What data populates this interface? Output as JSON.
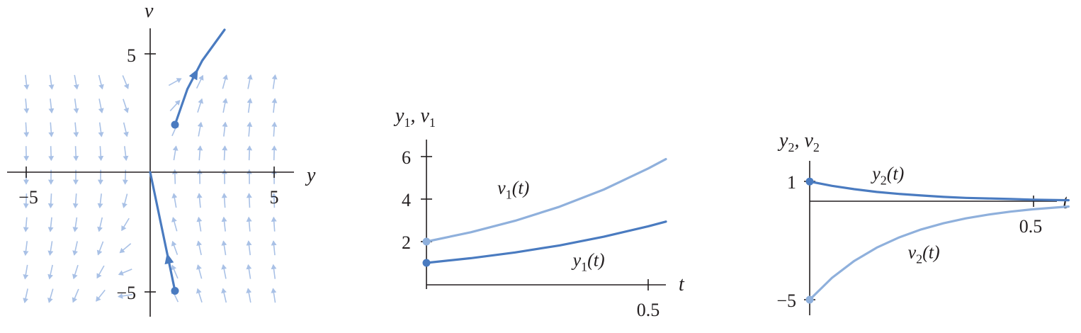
{
  "colors": {
    "dark_blue": "#4a7bc0",
    "light_blue": "#8fb0dc",
    "field_arrow": "#a9c1e6",
    "axis": "#231f20"
  },
  "chart_data": [
    {
      "type": "scatter",
      "name": "phase-plane",
      "xlabel": "y",
      "ylabel": "v",
      "xlim": [
        -5.5,
        5.8
      ],
      "ylim": [
        -5.9,
        5.9
      ],
      "xticks": [
        {
          "value": -5,
          "label": "−5"
        },
        {
          "value": 5,
          "label": "5"
        }
      ],
      "yticks": [
        {
          "value": 5,
          "label": "5"
        },
        {
          "value": -5,
          "label": "−5"
        }
      ],
      "grid": false,
      "vector_field": {
        "x_from": -5,
        "x_to": 5,
        "y_from": -5.2,
        "y_to": 4.6,
        "step": 1
      },
      "series": [
        {
          "start": [
            1,
            2
          ],
          "points": [
            [
              1,
              2
            ],
            [
              1.5,
              3.5
            ],
            [
              2.1,
              4.7
            ],
            [
              3,
              6
            ]
          ],
          "color": "dark_blue"
        },
        {
          "start": [
            1,
            -5
          ],
          "points": [
            [
              1,
              -5
            ],
            [
              0.5,
              -2.5
            ],
            [
              0,
              0
            ]
          ],
          "color": "dark_blue"
        }
      ]
    },
    {
      "type": "line",
      "name": "solution-1",
      "xlabel": "t",
      "ylabel": "y1, v1",
      "xlim": [
        0,
        0.54
      ],
      "ylim": [
        0,
        6.4
      ],
      "xticks": [
        {
          "value": 0.5,
          "label": "0.5"
        }
      ],
      "yticks": [
        {
          "value": 2,
          "label": "2"
        },
        {
          "value": 4,
          "label": "4"
        },
        {
          "value": 6,
          "label": "6"
        }
      ],
      "grid": false,
      "series": [
        {
          "label": "v1(t)",
          "x": [
            0,
            0.1,
            0.2,
            0.3,
            0.4,
            0.5,
            0.54
          ],
          "values": [
            2,
            2.44,
            2.98,
            3.64,
            4.45,
            5.44,
            5.88
          ],
          "color": "light_blue"
        },
        {
          "label": "y1(t)",
          "x": [
            0,
            0.1,
            0.2,
            0.3,
            0.4,
            0.5,
            0.54
          ],
          "values": [
            1,
            1.22,
            1.49,
            1.82,
            2.23,
            2.72,
            2.94
          ],
          "color": "dark_blue"
        }
      ],
      "labels": [
        {
          "text": "v1(t)",
          "base": "v",
          "sub": "1",
          "rest": "(t)",
          "at": [
            0.16,
            4.25
          ]
        },
        {
          "text": "y1(t)",
          "base": "y",
          "sub": "1",
          "rest": "(t)",
          "at": [
            0.33,
            0.85
          ]
        }
      ]
    },
    {
      "type": "line",
      "name": "solution-2",
      "xlabel": "t",
      "ylabel": "y2, v2",
      "xlim": [
        0,
        0.58
      ],
      "ylim": [
        -5.4,
        1.6
      ],
      "xticks": [
        {
          "value": 0.5,
          "label": "0.5"
        }
      ],
      "yticks": [
        {
          "value": 1,
          "label": "1"
        },
        {
          "value": -5,
          "label": "−5"
        }
      ],
      "grid": false,
      "series": [
        {
          "label": "y2(t)",
          "x": [
            0,
            0.05,
            0.1,
            0.15,
            0.2,
            0.25,
            0.3,
            0.35,
            0.4,
            0.45,
            0.5,
            0.58
          ],
          "values": [
            1,
            0.78,
            0.61,
            0.47,
            0.37,
            0.29,
            0.22,
            0.17,
            0.14,
            0.11,
            0.08,
            0.05
          ],
          "color": "dark_blue"
        },
        {
          "label": "v2(t)",
          "x": [
            0,
            0.05,
            0.1,
            0.15,
            0.2,
            0.25,
            0.3,
            0.35,
            0.4,
            0.45,
            0.5,
            0.58
          ],
          "values": [
            -5,
            -3.89,
            -3.03,
            -2.36,
            -1.84,
            -1.43,
            -1.12,
            -0.87,
            -0.68,
            -0.53,
            -0.41,
            -0.27
          ],
          "color": "light_blue"
        }
      ],
      "labels": [
        {
          "text": "y2(t)",
          "base": "y",
          "sub": "2",
          "rest": "(t)",
          "at": [
            0.14,
            1.1
          ]
        },
        {
          "text": "v2(t)",
          "base": "v",
          "sub": "2",
          "rest": "(t)",
          "at": [
            0.22,
            -2.9
          ]
        }
      ]
    }
  ]
}
